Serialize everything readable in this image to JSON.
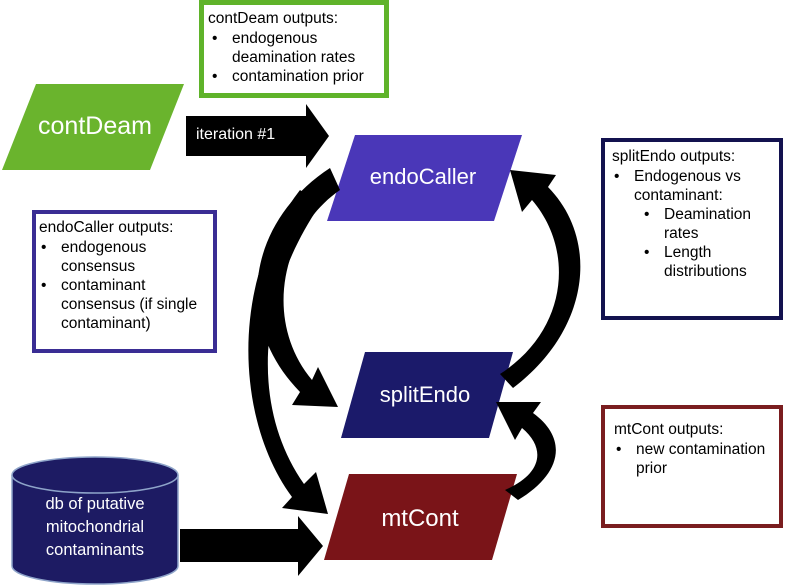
{
  "nodes": {
    "contdeam": "contDeam",
    "endocaller": "endoCaller",
    "splitendo": "splitEndo",
    "mtcont": "mtCont",
    "database": [
      "db of putative",
      "mitochondrial",
      "contaminants"
    ]
  },
  "arrow_labels": {
    "iteration": "iteration #1"
  },
  "boxes": {
    "contdeam": {
      "title": "contDeam outputs:",
      "items": [
        "endogenous deamination rates",
        "contamination prior"
      ]
    },
    "endocaller": {
      "title": "endoCaller outputs:",
      "items": [
        "endogenous consensus",
        "contaminant consensus (if single contaminant)"
      ]
    },
    "splitendo": {
      "title": "splitEndo outputs:",
      "item": "Endogenous vs contaminant:",
      "subitems": [
        "Deamination rates",
        "Length distributions"
      ]
    },
    "mtcont": {
      "title": "mtCont outputs:",
      "items": [
        "new contamination prior"
      ]
    }
  },
  "colors": {
    "contdeam": "#6ab42d",
    "contdeam_border": "#5fb32a",
    "endocaller": "#4a37b8",
    "endocaller_border": "#3a2d94",
    "splitendo": "#1b1a6a",
    "splitendo_border": "#13124f",
    "mtcont": "#7a1418",
    "mtcont_border": "#7a1d1f",
    "database": "#1d1b63",
    "database_rim": "#0e0d3f",
    "arrow": "#000000"
  }
}
